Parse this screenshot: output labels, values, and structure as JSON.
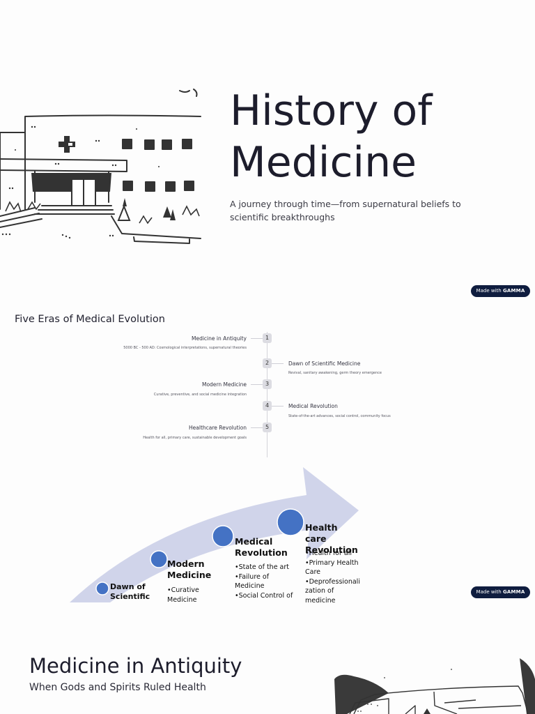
{
  "slide1": {
    "title_line1": "History of",
    "title_line2": "Medicine",
    "subtitle": "A journey through time—from supernatural beliefs to scientific breakthroughs",
    "badge_prefix": "Made with",
    "badge_brand": "GAMMA"
  },
  "slide2": {
    "title": "Five Eras of Medical Evolution",
    "timeline": [
      {
        "num": "1",
        "title": "Medicine in Antiquity",
        "desc": "5000 BC - 500 AD: Cosmological interpretations, supernatural theories",
        "side": "left"
      },
      {
        "num": "2",
        "title": "Dawn of Scientific Medicine",
        "desc": "Revival, sanitary awakening, germ theory emergence",
        "side": "right"
      },
      {
        "num": "3",
        "title": "Modern Medicine",
        "desc": "Curative, preventive, and social medicine integration",
        "side": "left"
      },
      {
        "num": "4",
        "title": "Medical Revolution",
        "desc": "State-of-the-art advances, social control, community focus",
        "side": "right"
      },
      {
        "num": "5",
        "title": "Healthcare Revolution",
        "desc": "Health for all, primary care, sustainable development goals",
        "side": "left"
      }
    ],
    "arrow_items": [
      {
        "label": "Dawn of Scientific",
        "bullets": []
      },
      {
        "label": "Modern Medicine",
        "bullets": [
          "•Curative",
          " Medicine"
        ]
      },
      {
        "label": "Medical Revolution",
        "bullets": [
          "•State of the art",
          "•Failure of",
          " Medicine",
          "•Social Control of"
        ]
      },
      {
        "label": "Health care Revolution",
        "bullets": [
          "•Health for all",
          "•Primary Health",
          " Care",
          "•Deprofessionali",
          " zation of",
          " medicine"
        ]
      }
    ],
    "badge_prefix": "Made with",
    "badge_brand": "GAMMA"
  },
  "slide3": {
    "title": "Medicine in Antiquity",
    "subtitle": "When Gods and Spirits Ruled Health"
  },
  "colors": {
    "arrow_fill": "#d0d4ea",
    "dot_fill": "#4472c4",
    "badge_bg": "#0f1d3f",
    "text_dark": "#1d1d2c"
  }
}
